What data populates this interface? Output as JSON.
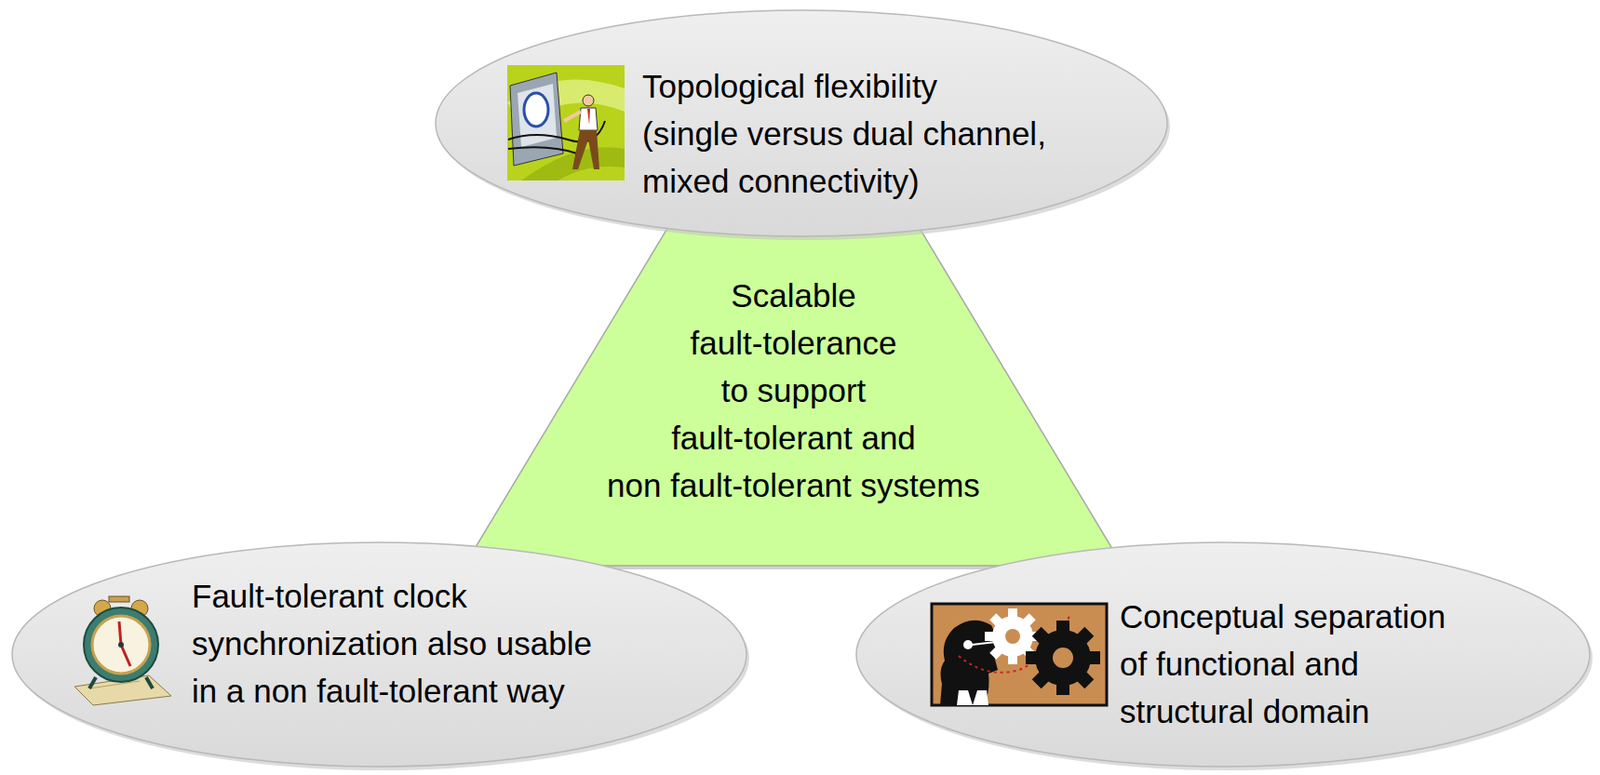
{
  "diagram": {
    "nodes": [
      {
        "text": [
          "Topological flexibility (single versus dual channel, mixed connectivity)"
        ]
      },
      {
        "text": [
          "Scalable fault-tolerance to support fault-tolerant and non fault-tolerant systems"
        ]
      },
      {
        "text": [
          "Fault-tolerant clock synchronization also usable in a non fault-tolerant way"
        ]
      },
      {
        "text": [
          "Conceptual separation of functional and structural domain"
        ]
      }
    ]
  }
}
